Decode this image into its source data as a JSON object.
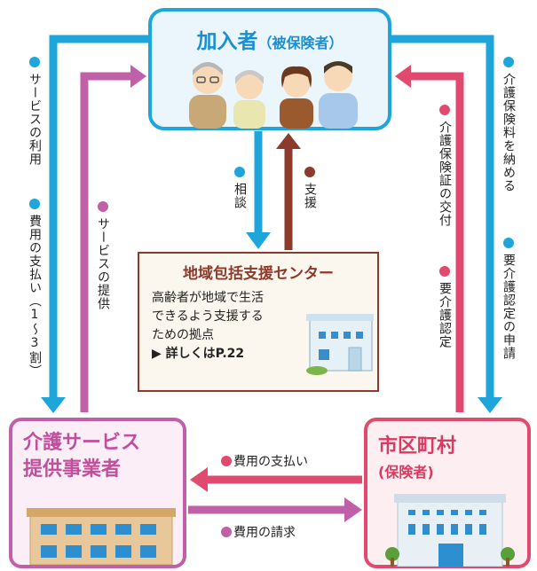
{
  "member": {
    "title": "加入者",
    "subtitle": "（被保険者）"
  },
  "center": {
    "title": "地域包括支援センター",
    "lines": [
      "高齢者が地域で生活",
      "できるよう支援する",
      "ための拠点"
    ],
    "link": "▶ 詳しくはP.22"
  },
  "provider": {
    "title_line1": "介護サービス",
    "title_line2": "提供事業者"
  },
  "municipality": {
    "title": "市区町村",
    "subtitle": "(保険者)"
  },
  "labels": {
    "service_use": "サービスの利用",
    "cost_payment": "費用の支払い（1〜3割）",
    "service_provision": "サービスの提供",
    "consultation": "相談",
    "support": "支援",
    "insurance_card": "介護保険証の交付",
    "care_certification": "要介護認定",
    "pay_premium": "介護保険料を納める",
    "certification_application": "要介護認定の申請",
    "payment_to_provider": "費用の支払い",
    "billing": "費用の請求"
  },
  "colors": {
    "blue": "#1ea5dc",
    "pink": "#e04a6e",
    "purple": "#c060a8",
    "brown": "#8b3a2b"
  }
}
